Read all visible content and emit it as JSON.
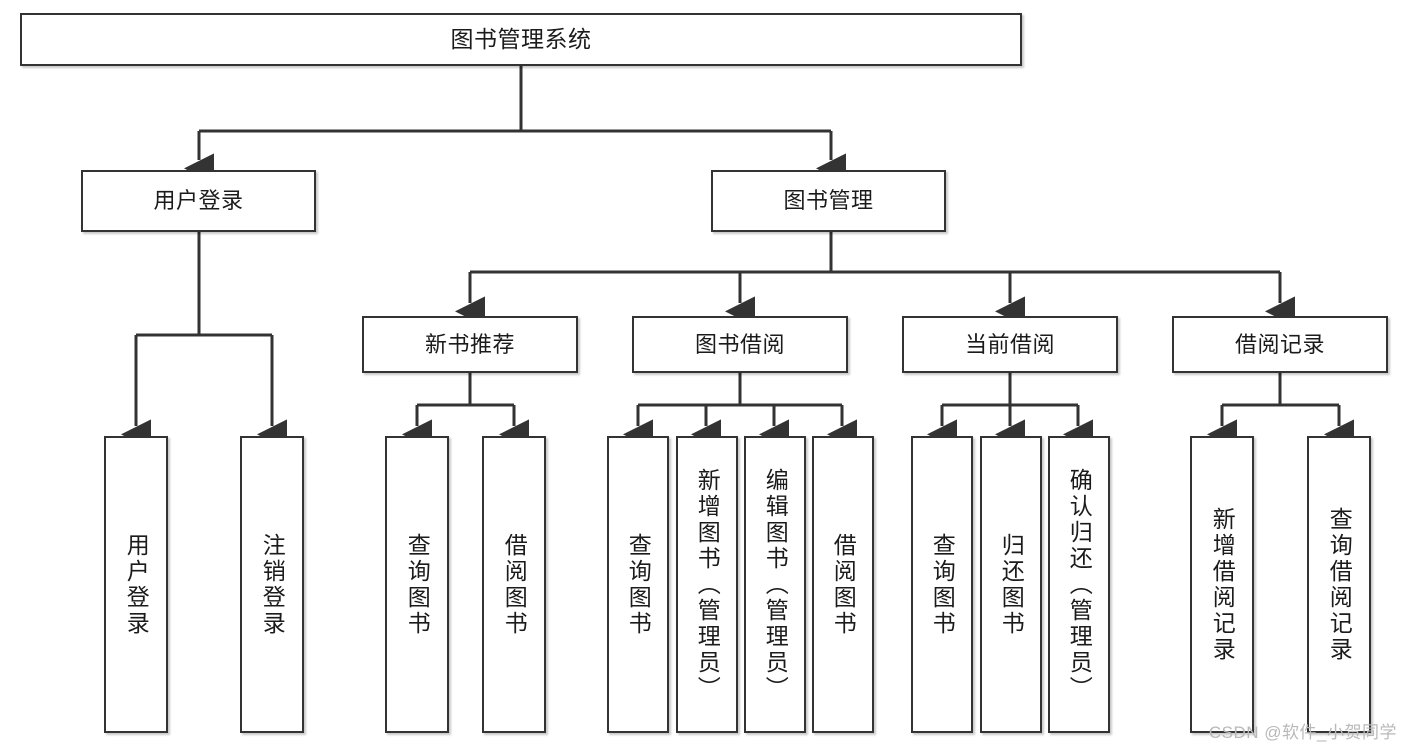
{
  "diagram": {
    "title_node": {
      "label": "图书管理系统"
    },
    "level2": [
      {
        "label": "用户登录"
      },
      {
        "label": "图书管理"
      }
    ],
    "level3": [
      {
        "label": "新书推荐"
      },
      {
        "label": "图书借阅"
      },
      {
        "label": "当前借阅"
      },
      {
        "label": "借阅记录"
      }
    ],
    "leaves": {
      "user_login": [
        {
          "label": "用户登录"
        },
        {
          "label": "注销登录"
        }
      ],
      "new_book": [
        {
          "label": "查询图书"
        },
        {
          "label": "借阅图书"
        }
      ],
      "book_borrow": [
        {
          "label": "查询图书"
        },
        {
          "label": "新增图书（管理员）"
        },
        {
          "label": "编辑图书（管理员）"
        },
        {
          "label": "借阅图书"
        }
      ],
      "current_borrow": [
        {
          "label": "查询图书"
        },
        {
          "label": "归还图书"
        },
        {
          "label": "确认归还（管理员）"
        }
      ],
      "borrow_record": [
        {
          "label": "新增借阅记录"
        },
        {
          "label": "查询借阅记录"
        }
      ]
    }
  },
  "watermark": {
    "text": "CSDN @软件_小贺同学"
  },
  "colors": {
    "border": "#333333",
    "background": "#ffffff",
    "text": "#1b1b1b",
    "watermark": "#b9b9b9"
  }
}
